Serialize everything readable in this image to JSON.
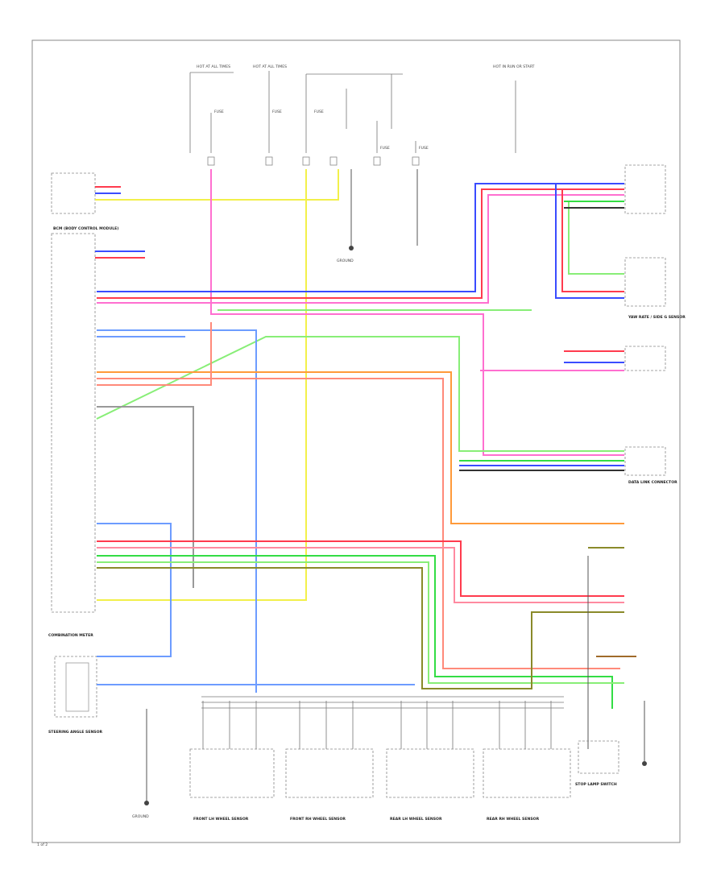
{
  "labels": {
    "hot_at_all_times_1": "HOT AT ALL TIMES",
    "hot_at_all_times_2": "HOT AT ALL TIMES",
    "hot_in_run_start": "HOT IN RUN OR START",
    "fuse_1": "FUSE",
    "fuse_2": "FUSE",
    "fuse_3": "FUSE",
    "fuse_4": "FUSE",
    "fuse_5": "FUSE",
    "main_module": "BCM (BODY CONTROL MODULE)",
    "lower_module": "COMBINATION METER",
    "steering_angle_sensor": "STEERING ANGLE SENSOR",
    "yaw_rate_sensor": "YAW RATE / SIDE G SENSOR",
    "ground": "GROUND",
    "ws_fl": "FRONT LH WHEEL SENSOR",
    "ws_fr": "FRONT RH WHEEL SENSOR",
    "ws_rl": "REAR LH WHEEL SENSOR",
    "ws_rr": "REAR RH WHEEL SENSOR",
    "stop_lamp_switch": "STOP LAMP SWITCH",
    "data_link": "DATA LINK CONNECTOR",
    "page_id": "1 of 2"
  },
  "wire_colors": {
    "red": "#ff3b4e",
    "pink": "#ff6fd0",
    "blue": "#3a4cff",
    "light_blue": "#6d9cff",
    "green": "#33dd44",
    "light_green": "#88ee77",
    "yellow": "#f2f04a",
    "orange": "#ff9a3a",
    "brown": "#a06a2a",
    "olive": "#8a8a2a",
    "black": "#333333"
  },
  "icons": [
    "ground-icon",
    "fuse-icon",
    "connector-icon",
    "switch-icon",
    "sensor-icon"
  ]
}
